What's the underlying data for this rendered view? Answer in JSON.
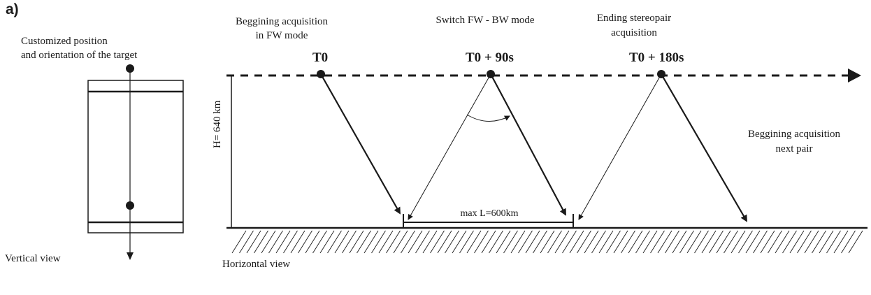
{
  "panel_label": "a)",
  "target": {
    "caption_line1": "Customized position",
    "caption_line2": "and orientation of the target"
  },
  "vertical_view_label": "Vertical view",
  "horizontal_view_label": "Horizontal view",
  "height_label": "H= 640 km",
  "events": {
    "start": {
      "caption_line1": "Beggining acquisition",
      "caption_line2": "in FW mode",
      "time": "T0"
    },
    "switch": {
      "caption": "Switch FW - BW mode",
      "time": "T0 + 90s"
    },
    "end": {
      "caption_line1": "Ending stereopair",
      "caption_line2": "acquisition",
      "time": "T0 + 180s"
    }
  },
  "next_pair": {
    "caption_line1": "Beggining acquisition",
    "caption_line2": "next pair"
  },
  "swath_label": "max L=600km",
  "colors": {
    "ink": "#1a1a1a",
    "background": "#ffffff"
  }
}
